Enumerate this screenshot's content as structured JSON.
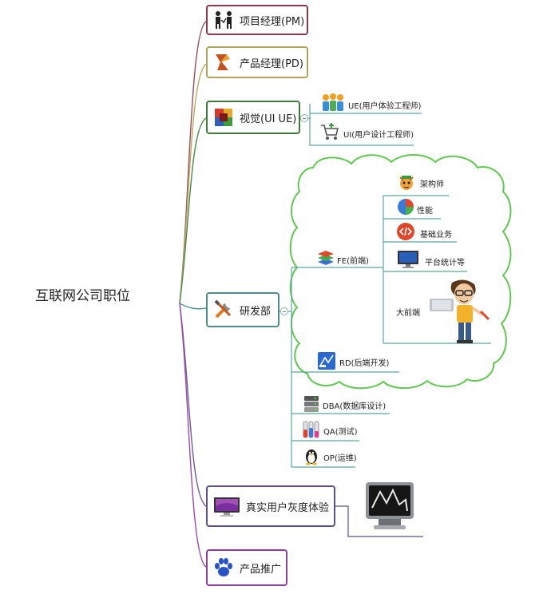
{
  "root": {
    "label": "互联网公司职位"
  },
  "nodes": {
    "pm": {
      "label": "项目经理(PM)",
      "icon": "people-icon",
      "border": "#8a3a4a"
    },
    "pd": {
      "label": "产品经理(PD)",
      "icon": "logo-icon",
      "border": "#b2a35a"
    },
    "visual": {
      "label": "视觉(UI UE)",
      "icon": "color-grid-icon",
      "border": "#3f7a3c"
    },
    "ue": {
      "label": "UE(用户体验工程师)",
      "icon": "users-icon"
    },
    "ui": {
      "label": "UI(用户设计工程师)",
      "icon": "cart-icon"
    },
    "dev": {
      "label": "研发部",
      "icon": "tools-icon",
      "border": "#4e8b8c"
    },
    "fe": {
      "label": "FE(前端)",
      "icon": "layers-icon"
    },
    "arch": {
      "label": "架构师",
      "icon": "mascot-icon"
    },
    "perf": {
      "label": "性能",
      "icon": "pie-chart-icon"
    },
    "base": {
      "label": "基础业务",
      "icon": "code-icon"
    },
    "platform": {
      "label": "平台统计等",
      "icon": "monitor-icon"
    },
    "bigfe": {
      "label": "大前端",
      "icon": "developer-icon"
    },
    "rd": {
      "label": "RD(后端开发)",
      "icon": "blueprint-icon"
    },
    "dba": {
      "label": "DBA(数据库设计)",
      "icon": "database-icon"
    },
    "qa": {
      "label": "QA(测试)",
      "icon": "test-tubes-icon"
    },
    "op": {
      "label": "OP(运维)",
      "icon": "penguin-icon"
    },
    "gray": {
      "label": "真实用户灰度体验",
      "icon": "display-icon",
      "border": "#5d4f86"
    },
    "promo": {
      "label": "产品推广",
      "icon": "paw-icon",
      "border": "#8a3fa0"
    }
  },
  "colors": {
    "cloud": "#5fc94f",
    "branch": "#5aa6a0",
    "accent": "#1a52c0"
  }
}
